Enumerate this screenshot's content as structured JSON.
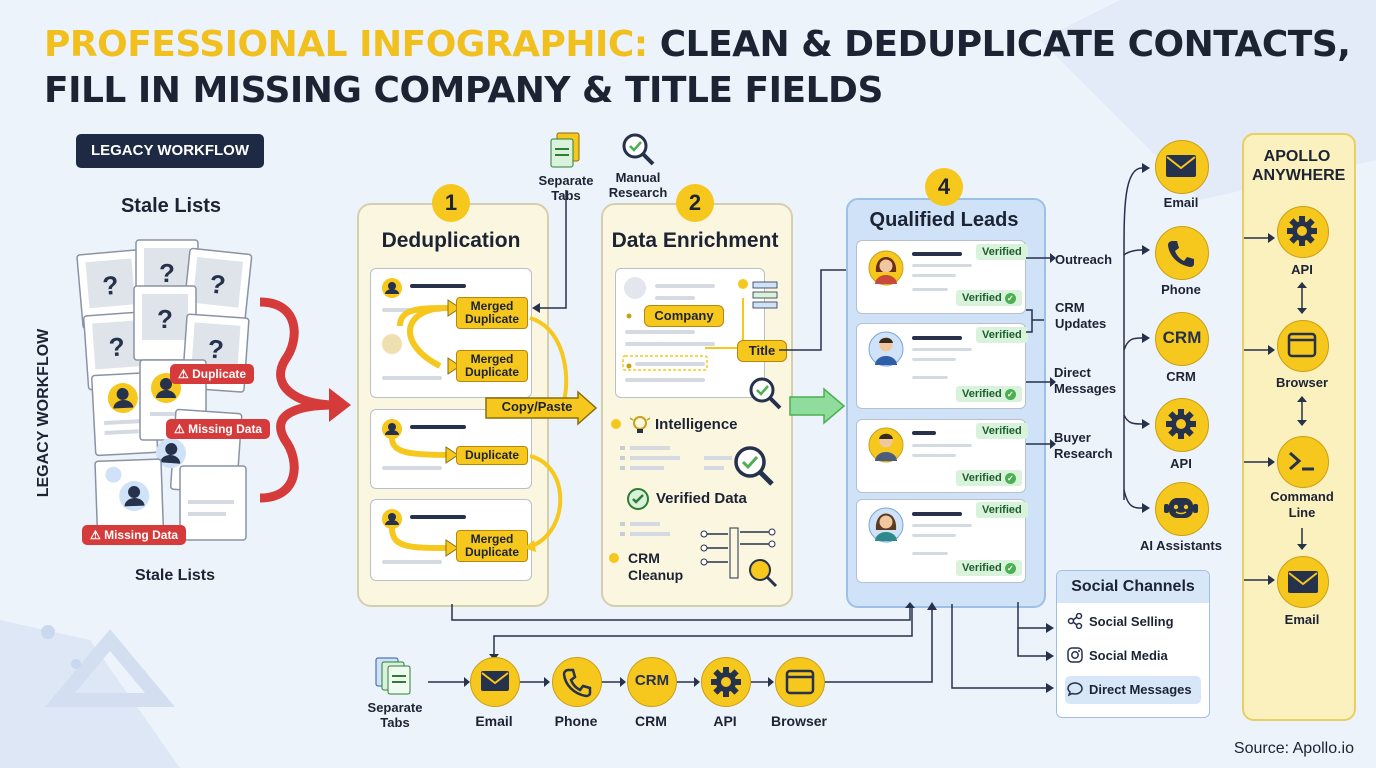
{
  "title": {
    "highlight": "PROFESSIONAL INFOGRAPHIC:",
    "line1_rest": "CLEAN & DEDUPLICATE CONTACTS,",
    "line2": "FILL IN MISSING COMPANY & TITLE FIELDS"
  },
  "legacy": {
    "badge": "LEGACY WORKFLOW",
    "vertical_label": "LEGACY WORKFLOW",
    "stale_top": "Stale Lists",
    "stale_bottom": "Stale Lists",
    "tags": {
      "duplicate": "Duplicate",
      "missing1": "Missing Data",
      "missing2": "Missing Data"
    }
  },
  "top_labels": {
    "separate_tabs": "Separate Tabs",
    "manual_research": "Manual Research"
  },
  "step1": {
    "num": "1",
    "title": "Deduplication",
    "pills": [
      "Merged Duplicate",
      "Merged Duplicate",
      "Duplicate",
      "Merged Duplicate"
    ],
    "copy_paste": "Copy/Paste"
  },
  "step2": {
    "num": "2",
    "title": "Data Enrichment",
    "company": "Company",
    "title_tag": "Title",
    "intelligence": "Intelligence",
    "verified_data": "Verified Data",
    "crm_cleanup": "CRM Cleanup"
  },
  "step4": {
    "num": "4",
    "title": "Qualified Leads",
    "verified": "Verified"
  },
  "flows": [
    "Outreach",
    "CRM Updates",
    "Direct Messages",
    "Buyer Research"
  ],
  "channels": [
    {
      "label": "Email",
      "icon": "email-icon"
    },
    {
      "label": "Phone",
      "icon": "phone-icon"
    },
    {
      "label": "CRM",
      "icon": "crm-icon"
    },
    {
      "label": "API",
      "icon": "gear-icon"
    },
    {
      "label": "AI Assistants",
      "icon": "ai-assistant-icon"
    }
  ],
  "crm_text": "CRM",
  "apollo": {
    "title": "APOLLO ANYWHERE",
    "items": [
      {
        "label": "API",
        "icon": "gear-icon"
      },
      {
        "label": "Browser",
        "icon": "browser-icon"
      },
      {
        "label": "Command Line",
        "icon": "terminal-icon"
      },
      {
        "label": "Email",
        "icon": "email-icon"
      }
    ]
  },
  "social": {
    "title": "Social Channels",
    "items": [
      "Social Selling",
      "Social Media",
      "Direct Messages"
    ]
  },
  "bottom": {
    "separate_tabs": "Separate Tabs",
    "items": [
      {
        "label": "Email",
        "icon": "email-icon"
      },
      {
        "label": "Phone",
        "icon": "phone-icon"
      },
      {
        "label": "CRM",
        "icon": "crm-icon"
      },
      {
        "label": "API",
        "icon": "gear-icon"
      },
      {
        "label": "Browser",
        "icon": "browser-icon"
      }
    ]
  },
  "source": "Source: Apollo.io",
  "colors": {
    "yellow": "#f6c71c",
    "navy": "#1e2a44",
    "red": "#d63b3b",
    "green": "#4caf50",
    "blue_panel": "#cfe2f7"
  }
}
